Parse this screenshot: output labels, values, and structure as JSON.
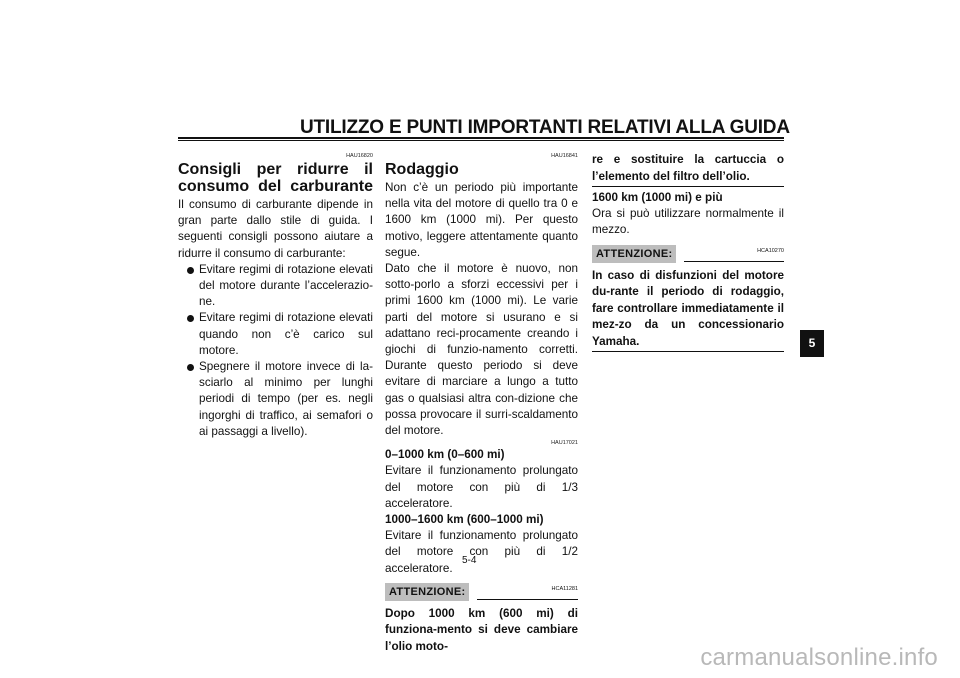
{
  "header": {
    "title": "UTILIZZO E PUNTI IMPORTANTI RELATIVI ALLA GUIDA"
  },
  "col1": {
    "code": "HAU16820",
    "heading": "Consigli per ridurre il consumo del carburante",
    "intro": "Il consumo di carburante dipende in gran parte dallo stile di guida. I seguenti consigli possono aiutare a ridurre il consumo di carburante:",
    "bullets": [
      "Evitare regimi di rotazione elevati del motore durante l’accelerazio-ne.",
      "Evitare regimi di rotazione elevati quando non c’è carico sul motore.",
      "Spegnere il motore invece di la-sciarlo al minimo per lunghi periodi di tempo (per es. negli ingorghi di traffico, ai semafori o ai passaggi a livello)."
    ]
  },
  "col2": {
    "code": "HAU16841",
    "heading": "Rodaggio",
    "p1": "Non c’è un periodo più importante nella vita del motore di quello tra 0 e 1600 km (1000 mi). Per questo motivo, leggere attentamente quanto segue.",
    "p2": "Dato che il motore è nuovo, non sotto-porlo a sforzi eccessivi per i primi 1600 km (1000 mi). Le varie parti del motore si usurano e si adattano reci-procamente creando i giochi di funzio-namento corretti. Durante questo periodo si deve evitare di marciare a lungo a tutto gas o qualsiasi altra con-dizione che possa provocare il surri-scaldamento del motore.",
    "code2": "HAU17021",
    "sub1": "0–1000 km (0–600 mi)",
    "p3": "Evitare il funzionamento prolungato del motore con più di 1/3 acceleratore.",
    "sub2": "1000–1600 km (600–1000 mi)",
    "p4": "Evitare il funzionamento prolungato del motore con più di 1/2 acceleratore.",
    "att_label": "ATTENZIONE:",
    "att_code": "HCA11281",
    "att_text": "Dopo 1000 km (600 mi) di funziona-mento si deve cambiare l’olio moto-"
  },
  "col3": {
    "cont": "re e sostituire la cartuccia o l’elemento del filtro dell’olio.",
    "sub": "1600 km (1000 mi) e più",
    "p": "Ora si può utilizzare normalmente il mezzo.",
    "att_label": "ATTENZIONE:",
    "att_code": "HCA10270",
    "att_text": "In caso di disfunzioni del motore du-rante il periodo di rodaggio, fare controllare immediatamente il mez-zo da un concessionario Yamaha."
  },
  "page_number": "5-4",
  "chapter_tab": "5",
  "watermark": "carmanualsonline.info",
  "colors": {
    "text": "#111111",
    "att_badge": "#bdbdbd",
    "watermark": "#b8b8b8"
  }
}
